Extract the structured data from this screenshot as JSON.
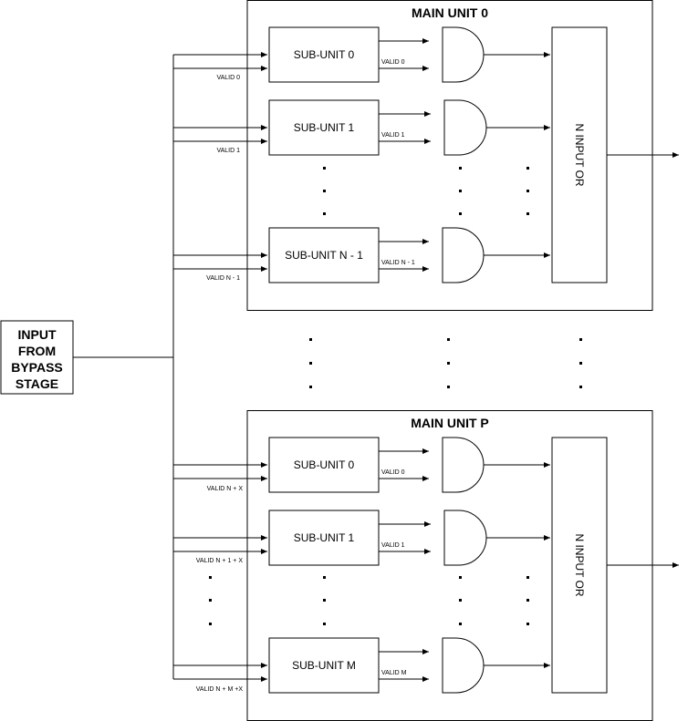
{
  "input_box": {
    "lines": [
      "INPUT",
      "FROM",
      "BYPASS",
      "STAGE"
    ]
  },
  "units": [
    {
      "title": "MAIN UNIT 0",
      "or_label": "N INPUT OR",
      "subunits": [
        {
          "label": "SUB-UNIT 0",
          "valid_in": "VALID 0",
          "valid_and": "VALID 0"
        },
        {
          "label": "SUB-UNIT 1",
          "valid_in": "VALID 1",
          "valid_and": "VALID 1"
        },
        {
          "label": "SUB-UNIT N - 1",
          "valid_in": "VALID N - 1",
          "valid_and": "VALID N - 1"
        }
      ]
    },
    {
      "title": "MAIN UNIT P",
      "or_label": "N INPUT OR",
      "subunits": [
        {
          "label": "SUB-UNIT 0",
          "valid_in": "VALID N + X",
          "valid_and": "VALID 0"
        },
        {
          "label": "SUB-UNIT 1",
          "valid_in": "VALID N + 1 + X",
          "valid_and": "VALID 1"
        },
        {
          "label": "SUB-UNIT M",
          "valid_in": "VALID N + M +X",
          "valid_and": "VALID M"
        }
      ]
    }
  ],
  "colors": {
    "stroke": "#000000",
    "fill": "#ffffff"
  }
}
